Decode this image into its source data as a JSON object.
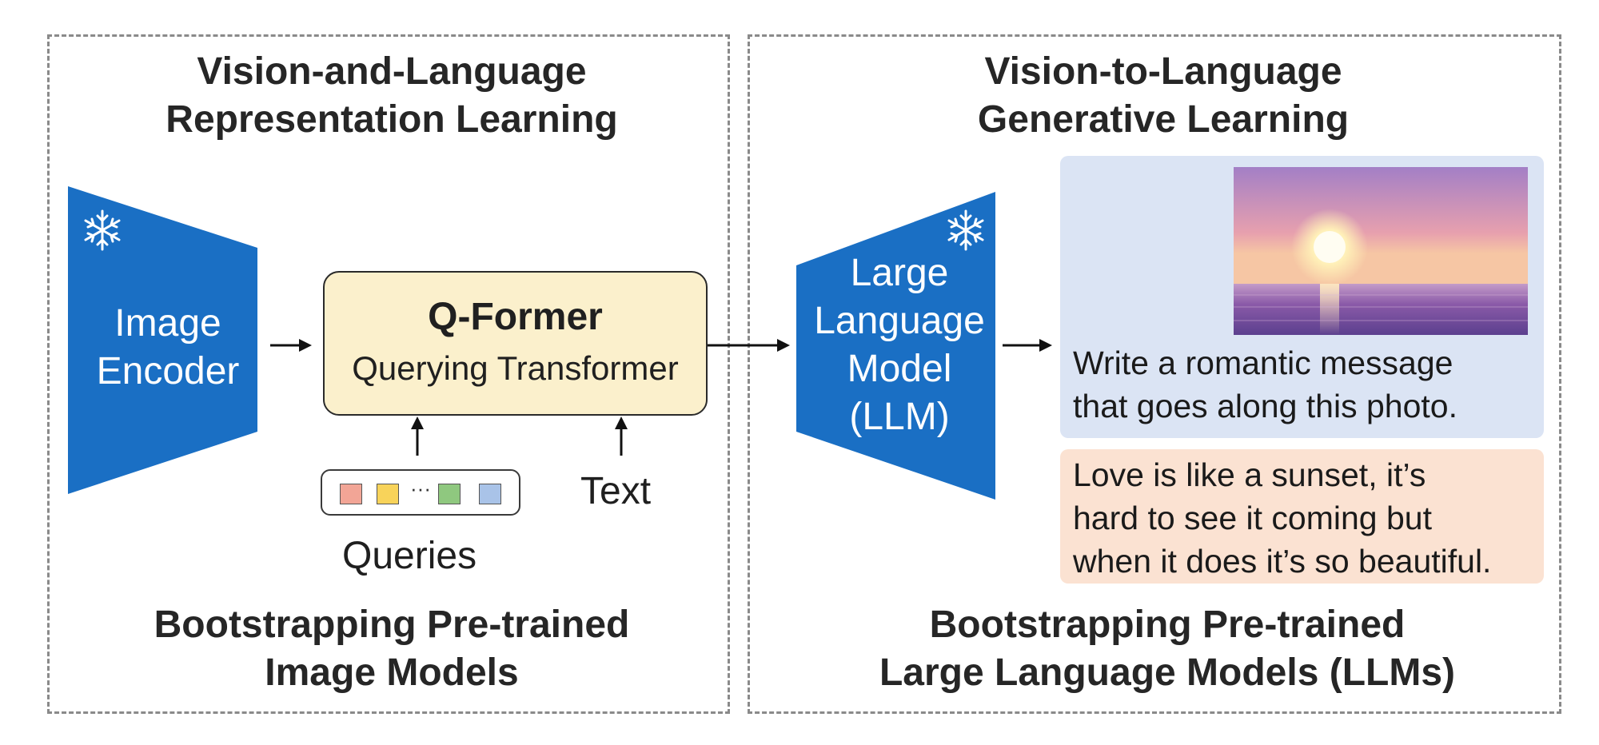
{
  "left_panel": {
    "title_line1": "Vision-and-Language",
    "title_line2": "Representation Learning",
    "image_encoder_line1": "Image",
    "image_encoder_line2": "Encoder",
    "qformer_title": "Q-Former",
    "qformer_subtitle": "Querying Transformer",
    "queries_dots": "···",
    "queries_label": "Queries",
    "text_label": "Text",
    "footer_line1": "Bootstrapping Pre-trained",
    "footer_line2": "Image Models"
  },
  "right_panel": {
    "title_line1": "Vision-to-Language",
    "title_line2": "Generative Learning",
    "llm_line1": "Large",
    "llm_line2": "Language",
    "llm_line3": "Model",
    "llm_line4": "(LLM)",
    "prompt_line1": "Write a romantic message",
    "prompt_line2": "that goes along this photo.",
    "answer_line1": "Love is like a sunset, it’s",
    "answer_line2": "hard to see it coming but",
    "answer_line3": "when it does it’s so beautiful.",
    "footer_line1": "Bootstrapping Pre-trained",
    "footer_line2": "Large Language Models (LLMs)"
  },
  "colors": {
    "encoder_blue": "#1a6fc4",
    "qformer_fill": "#fbf0cc",
    "prompt_fill": "#dbe4f4",
    "answer_fill": "#fbe2d2",
    "query_colors": [
      "#f2a596",
      "#f8d35a",
      "#8fc87f",
      "#a9c3e8"
    ]
  },
  "icons": [
    "snowflake-icon",
    "sunset-photo"
  ]
}
